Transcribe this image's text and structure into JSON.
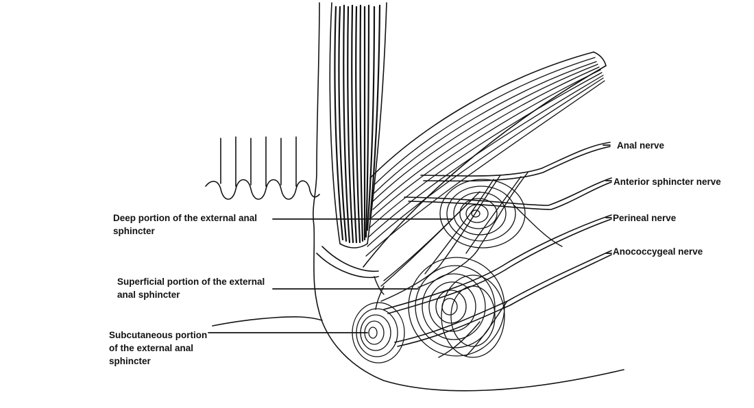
{
  "colors": {
    "ink": "#111111",
    "background": "#ffffff"
  },
  "labels": {
    "anal_nerve": "Anal nerve",
    "anterior_sphincter_nerve": "Anterior sphincter nerve",
    "perineal_nerve": "Perineal nerve",
    "anococcygeal_nerve": "Anococcygeal nerve",
    "deep_portion": [
      "Deep portion of the external anal",
      "sphincter"
    ],
    "superficial_portion": [
      "Superficial portion of the external",
      "anal sphincter"
    ],
    "subcutaneous_portion": [
      "Subcutaneous portion",
      "of the external anal",
      "sphincter"
    ]
  }
}
